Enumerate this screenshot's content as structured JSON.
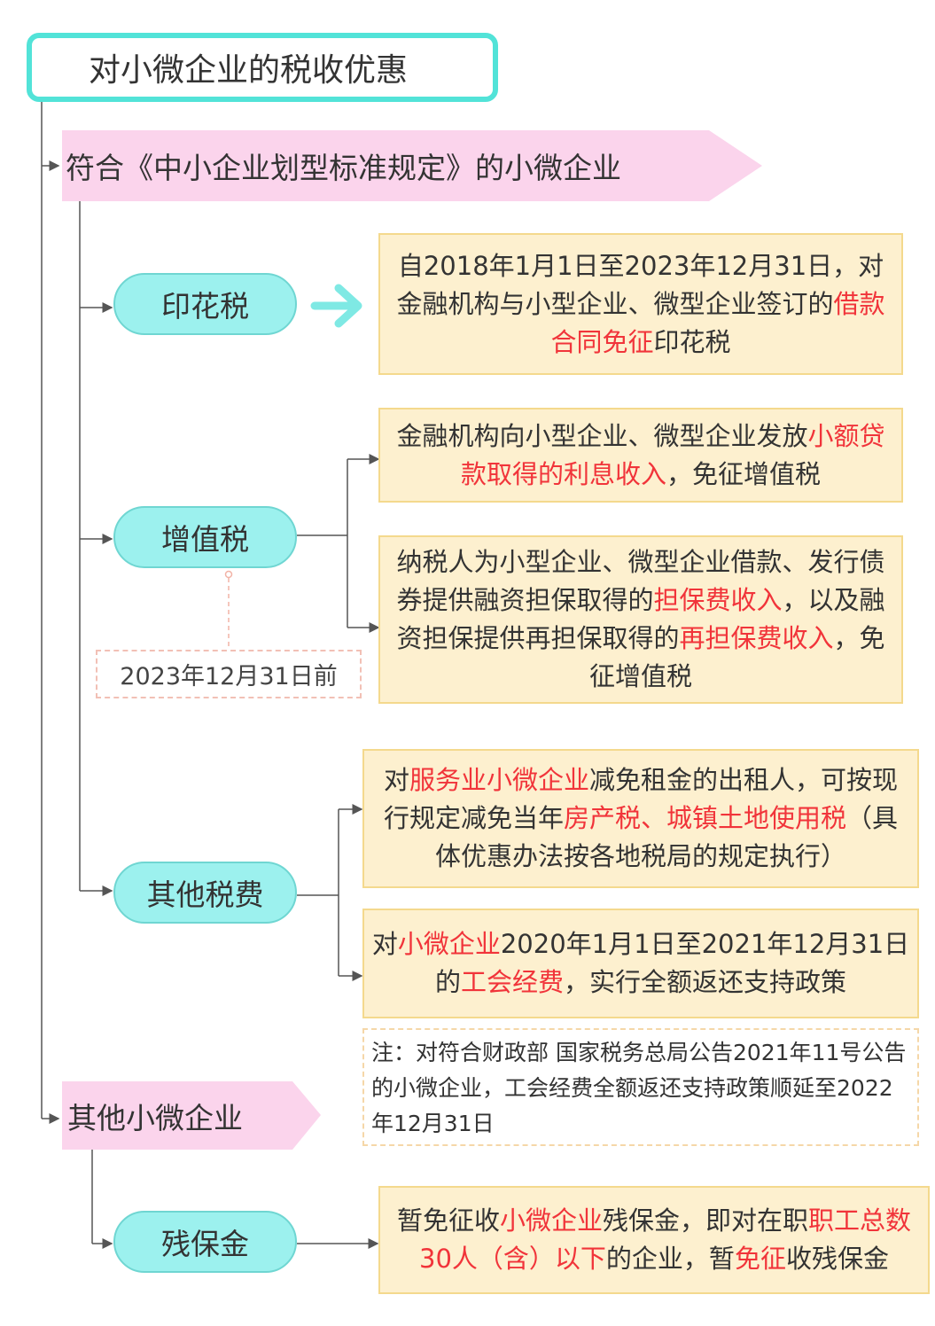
{
  "title": "对小微企业的税收优惠",
  "category_1": "符合《中小企业划型标准规定》的小微企业",
  "category_2": "其他小微企业",
  "taxes": {
    "stamp": "印花税",
    "vat": "增值税",
    "other": "其他税费",
    "disability": "残保金"
  },
  "vat_deadline": "2023年12月31日前",
  "cards": {
    "stamp": {
      "p1": "自2018年1月1日至2023年12月31日，对金融机构与小型企业、微型企业签订的",
      "r1": "借款合同免征",
      "p2": "印花税"
    },
    "vat1": {
      "p1": "金融机构向小型企业、微型企业发放",
      "r1": "小额贷款取得的利息收入",
      "p2": "，免征增值税"
    },
    "vat2": {
      "p1": "纳税人为小型企业、微型企业借款、发行债券提供融资担保取得的",
      "r1": "担保费收入",
      "p2": "，以及融资担保提供再担保取得的",
      "r2": "再担保费收入",
      "p3": "，免征增值税"
    },
    "other1": {
      "p1": "对",
      "r1": "服务业小微企业",
      "p2": "减免租金的出租人，可按现行规定减免当年",
      "r2": "房产税、城镇土地使用税",
      "p3": "（具体优惠办法按各地税局的规定执行）"
    },
    "other2": {
      "p1": "对",
      "r1": "小微企业",
      "p2": "2020年1月1日至2021年12月31日的",
      "r2": "工会经费",
      "p3": "，实行全额返还支持政策"
    },
    "disability": {
      "p1": "暂免征收",
      "r1": "小微企业",
      "p2": "残保金，即对在职",
      "r2": "职工总数30人（含）以下",
      "p3": "的企业，暂",
      "r3": "免征",
      "p4": "收残保金"
    }
  },
  "note": "注：对符合财政部 国家税务总局公告2021年11号公告的小微企业，工会经费全额返还支持政策顺延至2022年12月31日",
  "colors": {
    "accent_teal": "#52e3d8",
    "pill_fill": "#9cf1ee",
    "card_fill": "#fdf0cf",
    "highlight_red": "#f1343a",
    "banner_pink": "#fbd4ec"
  }
}
